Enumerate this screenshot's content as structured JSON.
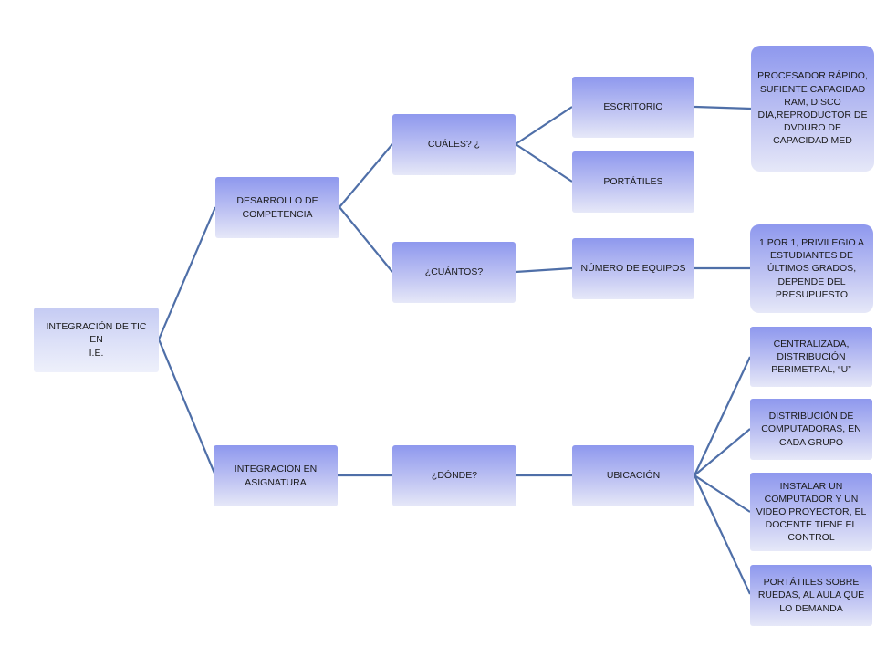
{
  "diagram": {
    "root": "INTEGRACIÓN  DE TIC EN\nI.E.",
    "desarrollo": "DESARROLLO DE\nCOMPETENCIA",
    "integracion_asignatura": "INTEGRACIÓN  EN\nASIGNATURA",
    "cuales": "CUÁLES? ¿",
    "cuantos": "¿CUÁNTOS?",
    "donde": "¿DÓNDE?",
    "escritorio": "ESCRITORIO",
    "portatiles": "PORTÁTILES",
    "numero_equipos": "NÚMERO  DE  EQUIPOS",
    "ubicacion": "UBICACIÓN",
    "procesador": "PROCESADOR RÁPIDO,\nSUFIENTE  CAPACIDAD\nRAM, DISCO\nDIA,REPRODUCTOR  DE\nDVDURO  DE\nCAPACIDAD MED",
    "uno_por_uno": "1  POR 1, PRIVILEGIO  A\nESTUDIANTES  DE\nÚLTIMOS GRADOS,\nDEPENDE DEL\nPRESUPUESTO",
    "centralizada": "CENTRALIZADA,\nDISTRIBUCIÓN\nPERIMETRAL,  “U”",
    "distribucion": "DISTRIBUCIÓN  DE\nCOMPUTADORAS,  EN\nCADA GRUPO",
    "instalar": "INSTALAR UN\nCOMPUTADOR Y UN\nVIDEO PROYECTOR,  EL\nDOCENTE  TIENE  EL\nCONTROL",
    "portatiles_ruedas": "PORTÁTILES SOBRE\nRUEDAS,  AL AULA QUE\nLO DEMANDA"
  },
  "colors": {
    "node_top": "#8e98ee",
    "node_bottom": "#e6e8f8",
    "connector": "#4f6fa8"
  }
}
